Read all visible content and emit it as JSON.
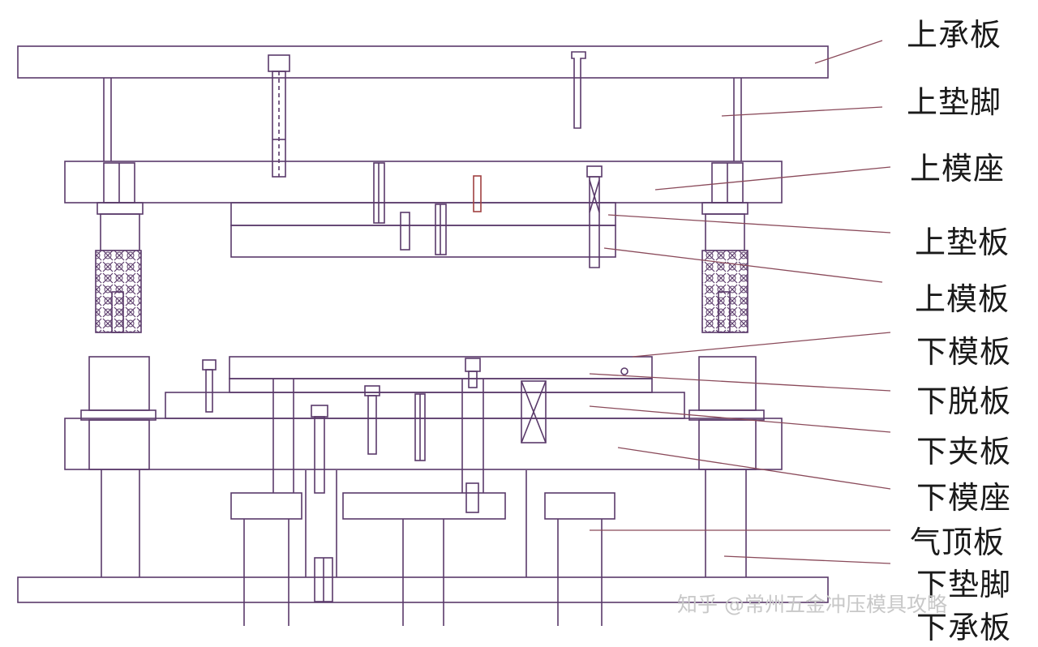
{
  "labels": [
    {
      "key": "upper_bearing_plate",
      "text": "上承板"
    },
    {
      "key": "upper_spacer_foot",
      "text": "上垫脚"
    },
    {
      "key": "upper_die_base",
      "text": "上模座"
    },
    {
      "key": "upper_backing_plate",
      "text": "上垫板"
    },
    {
      "key": "upper_die_plate",
      "text": "上模板"
    },
    {
      "key": "lower_die_plate",
      "text": "下模板"
    },
    {
      "key": "lower_stripper_plate",
      "text": "下脱板"
    },
    {
      "key": "lower_clamp_plate",
      "text": "下夹板"
    },
    {
      "key": "lower_die_base",
      "text": "下模座"
    },
    {
      "key": "air_ejector_plate",
      "text": "气顶板"
    },
    {
      "key": "lower_spacer_foot",
      "text": "下垫脚"
    },
    {
      "key": "lower_bearing_plate",
      "text": "下承板"
    }
  ],
  "watermark": "知乎 @常州五金冲压模具攻略",
  "colors": {
    "line": "#5a3a6a",
    "leader": "#8a4a5a",
    "text": "#1a1a1a"
  }
}
